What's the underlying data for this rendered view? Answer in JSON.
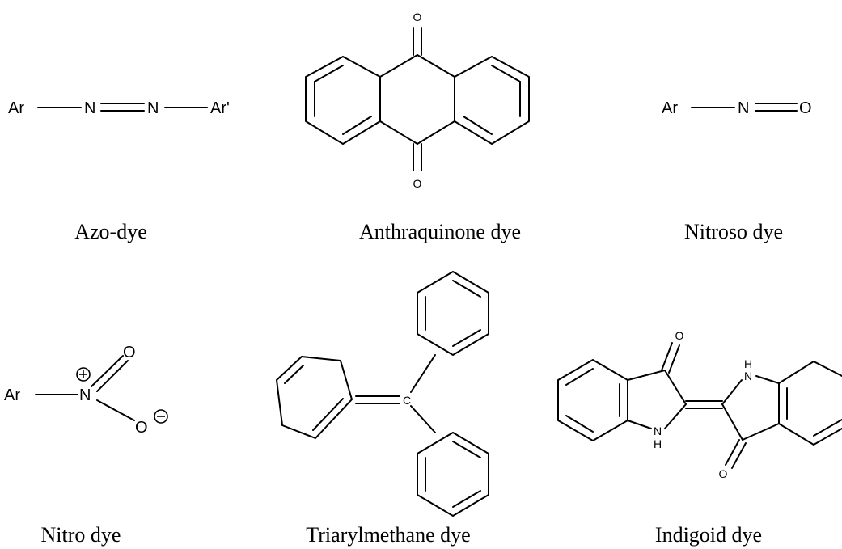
{
  "molecules": {
    "azo": {
      "caption": "Azo-dye",
      "atoms": {
        "ar": "Ar",
        "n1": "N",
        "n2": "N",
        "ar2": "Ar'"
      }
    },
    "anthraquinone": {
      "caption": "Anthraquinone dye",
      "atoms": {
        "o_top": "O",
        "o_bottom": "O"
      }
    },
    "nitroso": {
      "caption": "Nitroso dye",
      "atoms": {
        "ar": "Ar",
        "n": "N",
        "o": "O"
      }
    },
    "nitro": {
      "caption": "Nitro dye",
      "atoms": {
        "ar": "Ar",
        "n": "N",
        "o1": "O",
        "o2": "O"
      }
    },
    "triarylmethane": {
      "caption": "Triarylmethane dye",
      "atoms": {
        "c": "C"
      }
    },
    "indigoid": {
      "caption": "Indigoid dye",
      "atoms": {
        "o_top": "O",
        "nh_top": "H",
        "n_top": "N",
        "n_bottom": "N",
        "h_bottom": "H",
        "o_bottom": "O"
      }
    }
  }
}
